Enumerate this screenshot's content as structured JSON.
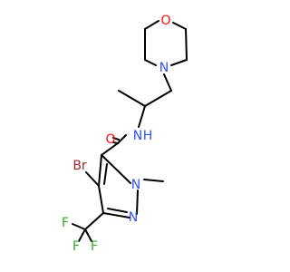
{
  "structure": {
    "atoms": {
      "morpholine_O": {
        "symbol": "O",
        "color": "#FF0D0D"
      },
      "morpholine_N": {
        "symbol": "N",
        "color": "#3050F8"
      },
      "amide_N": {
        "symbol": "N",
        "color": "#3050F8"
      },
      "amide_H": {
        "symbol": "H",
        "color": "#3050F8"
      },
      "carbonyl_O": {
        "symbol": "O",
        "color": "#FF0D0D"
      },
      "bromine": {
        "symbol": "Br",
        "color": "#A62929"
      },
      "pyrazole_N1": {
        "symbol": "N",
        "color": "#3050F8"
      },
      "pyrazole_N2": {
        "symbol": "N",
        "color": "#3050F8"
      },
      "fluorine_1": {
        "symbol": "F",
        "color": "#33AA33"
      },
      "fluorine_2": {
        "symbol": "F",
        "color": "#33AA33"
      },
      "fluorine_3": {
        "symbol": "F",
        "color": "#33AA33"
      }
    }
  }
}
